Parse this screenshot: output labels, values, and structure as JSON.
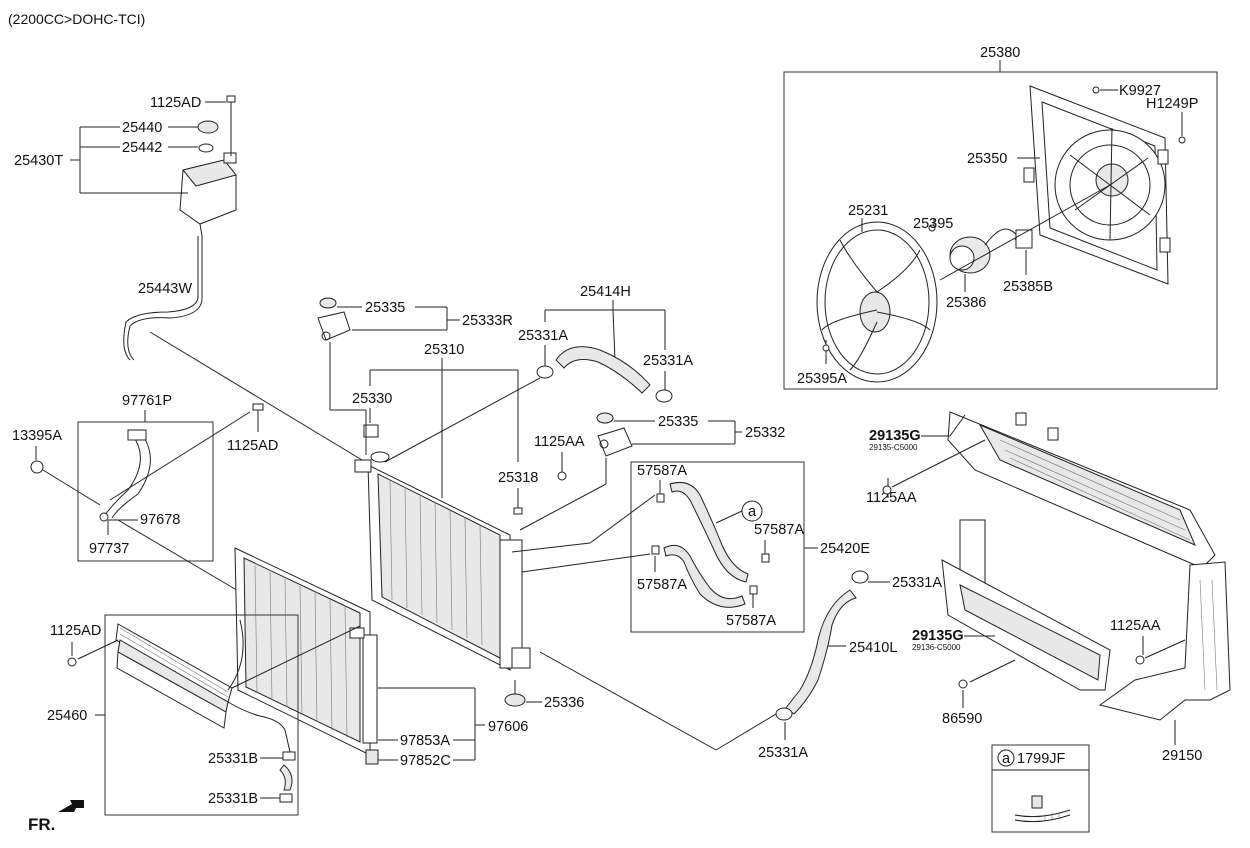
{
  "header": {
    "engine": "(2200CC>DOHC-TCI)"
  },
  "callouts": {
    "c25380": "25380",
    "cK9927": "K9927",
    "cH1249P": "H1249P",
    "c25350": "25350",
    "c25231": "25231",
    "c25395": "25395",
    "c25386": "25386",
    "c25385B": "25385B",
    "c25395A": "25395A",
    "c1125AD_top": "1125AD",
    "c25440": "25440",
    "c25442": "25442",
    "c25430T": "25430T",
    "c25443W": "25443W",
    "c25335_a": "25335",
    "c25333R": "25333R",
    "c25414H": "25414H",
    "c25310": "25310",
    "c25331A_1": "25331A",
    "c25331A_2": "25331A",
    "c25330": "25330",
    "c25335_b": "25335",
    "c25332": "25332",
    "c1125AA_1": "1125AA",
    "c25318": "25318",
    "c97761P": "97761P",
    "c13395A": "13395A",
    "c1125AD_mid": "1125AD",
    "c97678": "97678",
    "c97737": "97737",
    "c57587A_1": "57587A",
    "c57587A_2": "57587A",
    "c57587A_3": "57587A",
    "c57587A_4": "57587A",
    "c25420E": "25420E",
    "circle_a": "a",
    "c29135G_1": "29135G",
    "c29135G_1_sub": "29135-C5000",
    "c1125AA_2": "1125AA",
    "c25331A_3": "25331A",
    "c25410L": "25410L",
    "c29135G_2": "29135G",
    "c29135G_2_sub": "29136-C5000",
    "c1125AA_3": "1125AA",
    "c86590": "86590",
    "c29150": "29150",
    "c1125AD_low": "1125AD",
    "c25460": "25460",
    "c25331B_1": "25331B",
    "c25331B_2": "25331B",
    "c97853A": "97853A",
    "c97606": "97606",
    "c97852C": "97852C",
    "c25336": "25336",
    "c25331A_4": "25331A",
    "legend_letter": "a",
    "legend_part": "1799JF",
    "fr": "FR."
  }
}
